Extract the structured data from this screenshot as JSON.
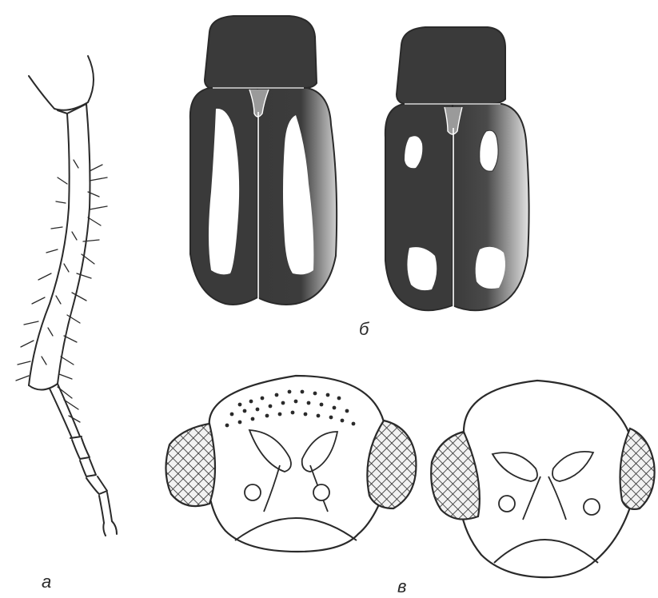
{
  "labels": {
    "a": "а",
    "b": "б",
    "v": "в"
  },
  "colors": {
    "ink": "#2a2a2a",
    "dark_fill": "#3a3a3a",
    "background": "#ffffff"
  }
}
